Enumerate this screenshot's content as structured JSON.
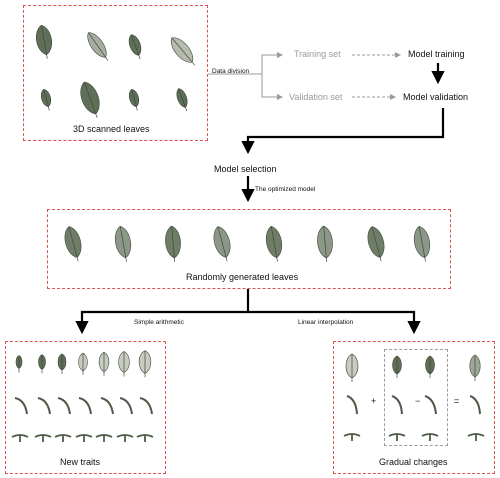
{
  "scanned_box": {
    "label": "3D scanned leaves"
  },
  "data_division_label": "Data division",
  "training_set": "Training set",
  "validation_set": "Validation set",
  "model_training": "Model training",
  "model_validation": "Model validation",
  "model_selection": "Model selection",
  "optimized_model_label": "The optimized model",
  "random_box": {
    "label": "Randomly generated leaves"
  },
  "simple_arithmetic": "Simple arithmetic",
  "linear_interpolation": "Linear interpolation",
  "new_traits_box": {
    "label": "New traits"
  },
  "gradual_box": {
    "label": "Gradual changes"
  },
  "operators": {
    "plus": "+",
    "minus": "−",
    "equals": "="
  },
  "colors": {
    "leaf_dark": "#5e6e58",
    "leaf_light": "#c7cbc0",
    "dashed_box": "#d9534f",
    "arrow": "#000000",
    "grey_arrow": "#9a9a9a"
  }
}
